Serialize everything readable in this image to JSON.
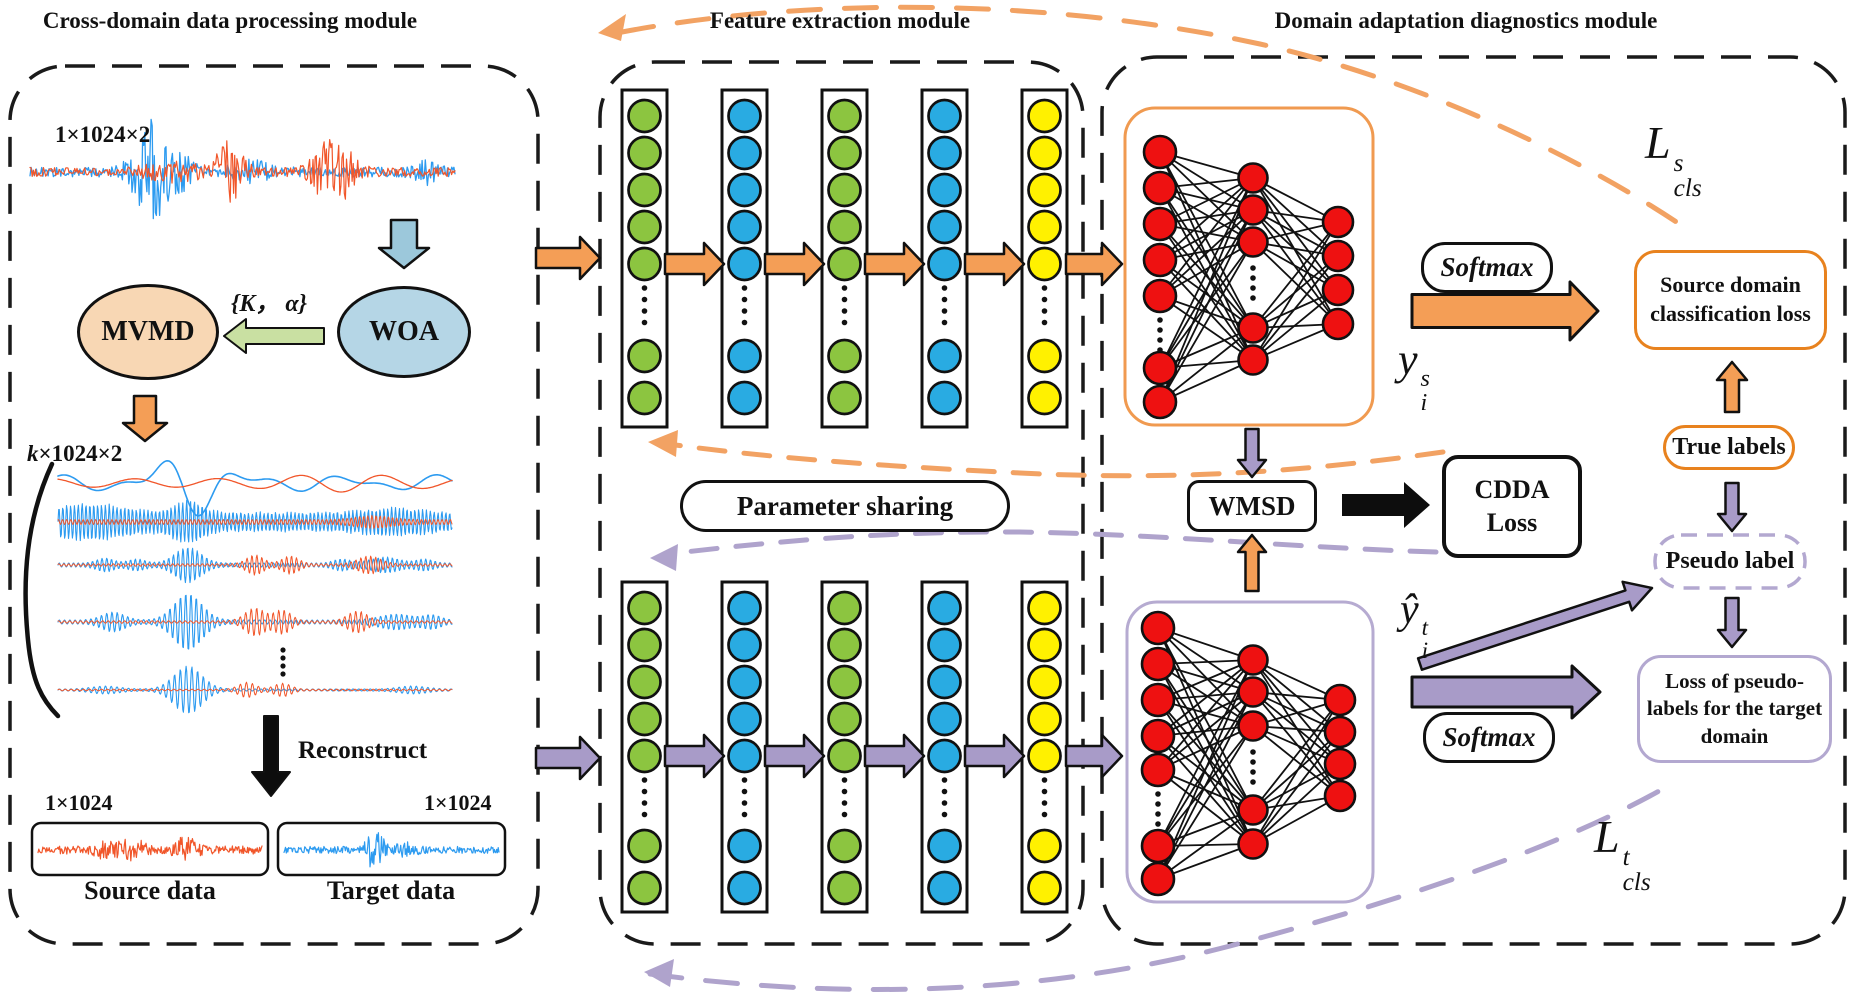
{
  "module_titles": {
    "left": "Cross-domain data processing module",
    "middle": "Feature extraction module",
    "right": "Domain adaptation diagnostics module"
  },
  "left_module": {
    "raw_dim": "1×1024×2",
    "mvmd_label": "MVMD",
    "woa_label": "WOA",
    "hyperparams": "{K， α}",
    "decomposed_dim_k": "k",
    "decomposed_dim_rest": "×1024×2",
    "reconstruct_label": "Reconstruct",
    "source_dim": "1×1024",
    "target_dim": "1×1024",
    "source_data_label": "Source data",
    "target_data_label": "Target data"
  },
  "feature_module": {
    "parameter_sharing_label": "Parameter sharing",
    "column_colors": [
      "#8CC540",
      "#29ABE2",
      "#8CC540",
      "#29ABE2",
      "#FFF100"
    ]
  },
  "diagnostics_module": {
    "wmsd_label": "WMSD",
    "cdda_loss_lines": [
      "CDDA",
      "Loss"
    ],
    "softmax_top_label": "Softmax",
    "softmax_bottom_label": "Softmax",
    "source_loss_lines": [
      "Source domain",
      "classification loss"
    ],
    "true_labels_label": "True labels",
    "pseudo_label_label": "Pseudo label",
    "pseudo_loss_lines": [
      "Loss of pseudo-",
      "labels for the target",
      "domain"
    ],
    "source_pred": {
      "base": "y",
      "sup": "s",
      "sub": "i"
    },
    "target_pred": {
      "base": "ŷ",
      "sup": "t",
      "sub": "i"
    },
    "source_cls_loss": {
      "base": "L",
      "sup": "s",
      "sub": "cls"
    },
    "target_cls_loss": {
      "base": "L",
      "sup": "t",
      "sub": "cls"
    }
  },
  "colors": {
    "signal_blue": "#2D9BF0",
    "signal_orange": "#F1562A",
    "arrow_orange": "#F49E56",
    "arrow_purple": "#A89BC8",
    "dash_orange": "#F2A263",
    "dash_purple": "#AFA3CC",
    "orange_border": "#E8821E",
    "purple_border": "#B3A8D0",
    "mvmd_fill": "#F8D7B4",
    "woa_fill": "#B5D6E6",
    "teal_arrow": "#9CC8DB",
    "green_arrow": "#C9E0A2",
    "node_red": "#EE1111",
    "net_src_border": "#F09A50",
    "net_tgt_border": "#B6ABD1",
    "black": "#111111"
  }
}
